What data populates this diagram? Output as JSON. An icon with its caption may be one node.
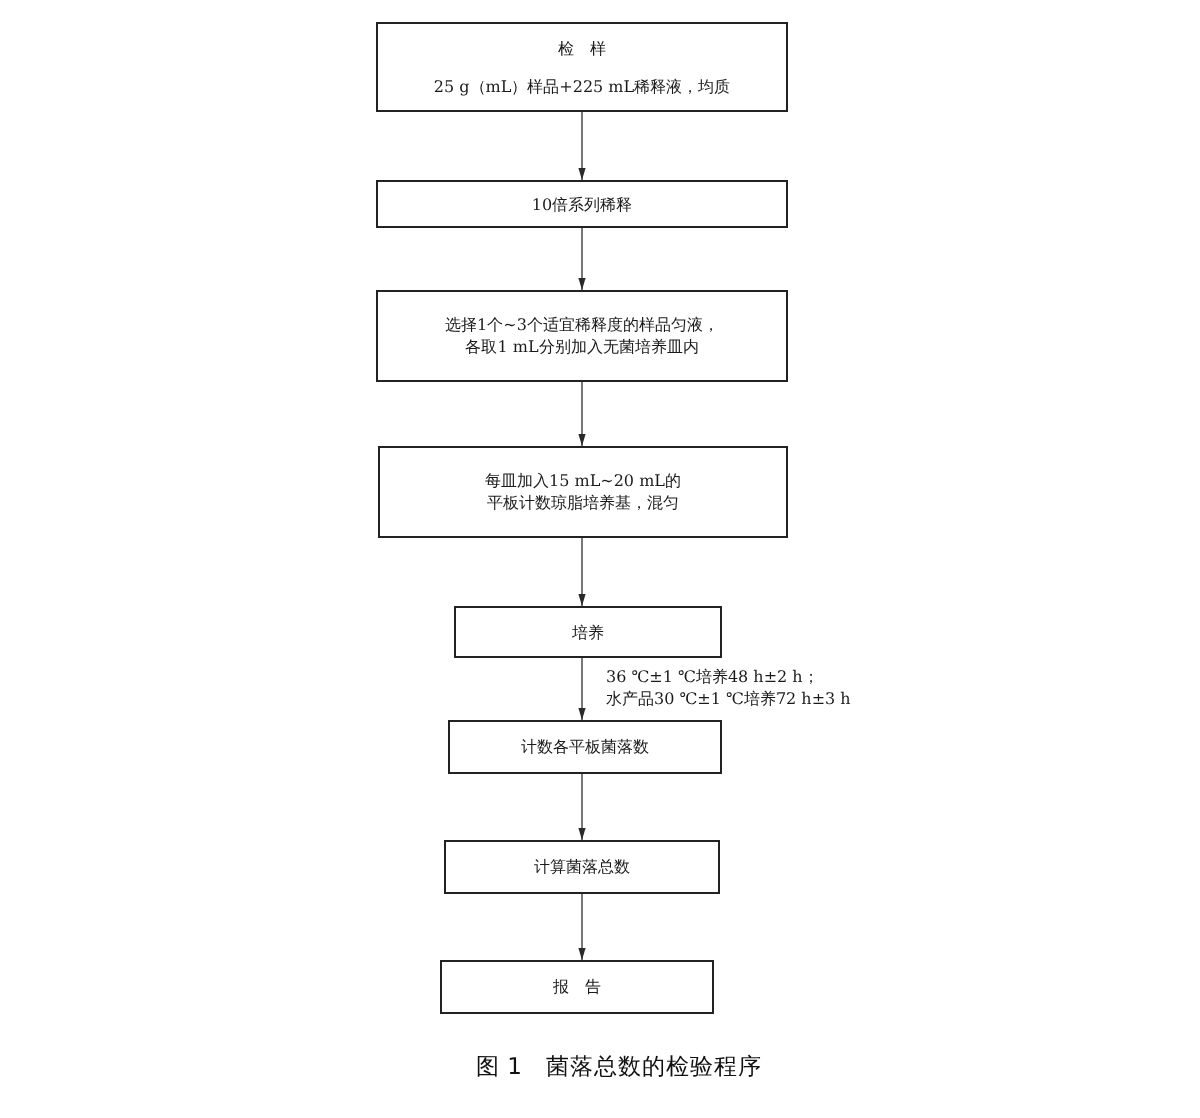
{
  "diagram": {
    "caption": "图 1　菌落总数的检验程序",
    "nodes": [
      {
        "text": [
          "检　样",
          "25 g（mL）样品+225 mL稀释液，均质"
        ]
      },
      {
        "text": [
          "10倍系列稀释"
        ]
      },
      {
        "text": [
          "选择1个~3个适宜稀释度的样品匀液，各取1 mL分别加入无菌培养皿内"
        ]
      },
      {
        "text": [
          "每皿加入15 mL~20 mL的平板计数琼脂培养基，混匀"
        ]
      },
      {
        "text": [
          "培养"
        ]
      },
      {
        "text": [
          "计数各平板菌落数"
        ]
      },
      {
        "text": [
          "计算菌落总数"
        ]
      },
      {
        "text": [
          "报　告"
        ]
      }
    ],
    "edges": [
      {
        "from": 0,
        "to": 1,
        "arrow": "to"
      },
      {
        "from": 1,
        "to": 2,
        "arrow": "to"
      },
      {
        "from": 2,
        "to": 3,
        "arrow": "to"
      },
      {
        "from": 3,
        "to": 4,
        "arrow": "to"
      },
      {
        "from": 4,
        "to": 5,
        "arrow": "to",
        "label": "36 ℃±1 ℃培养48 h±2 h；水产品30 ℃±1 ℃培养72 h±3 h"
      },
      {
        "from": 5,
        "to": 6,
        "arrow": "to"
      },
      {
        "from": 6,
        "to": 7,
        "arrow": "to"
      }
    ]
  }
}
